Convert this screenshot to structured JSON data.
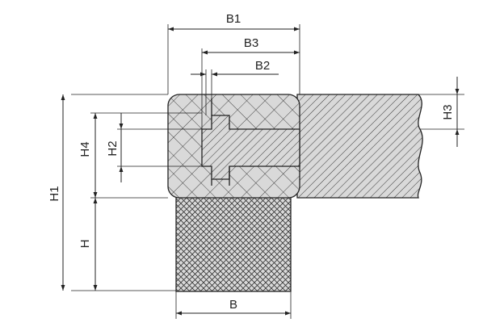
{
  "labels": {
    "B1": "B1",
    "B3": "B3",
    "B2": "B2",
    "B": "B",
    "H1": "H1",
    "H": "H",
    "H2": "H2",
    "H3": "H3",
    "H4": "H4"
  },
  "colors": {
    "line": "#222222",
    "fill": "#d9d9d9",
    "background": "#ffffff"
  }
}
